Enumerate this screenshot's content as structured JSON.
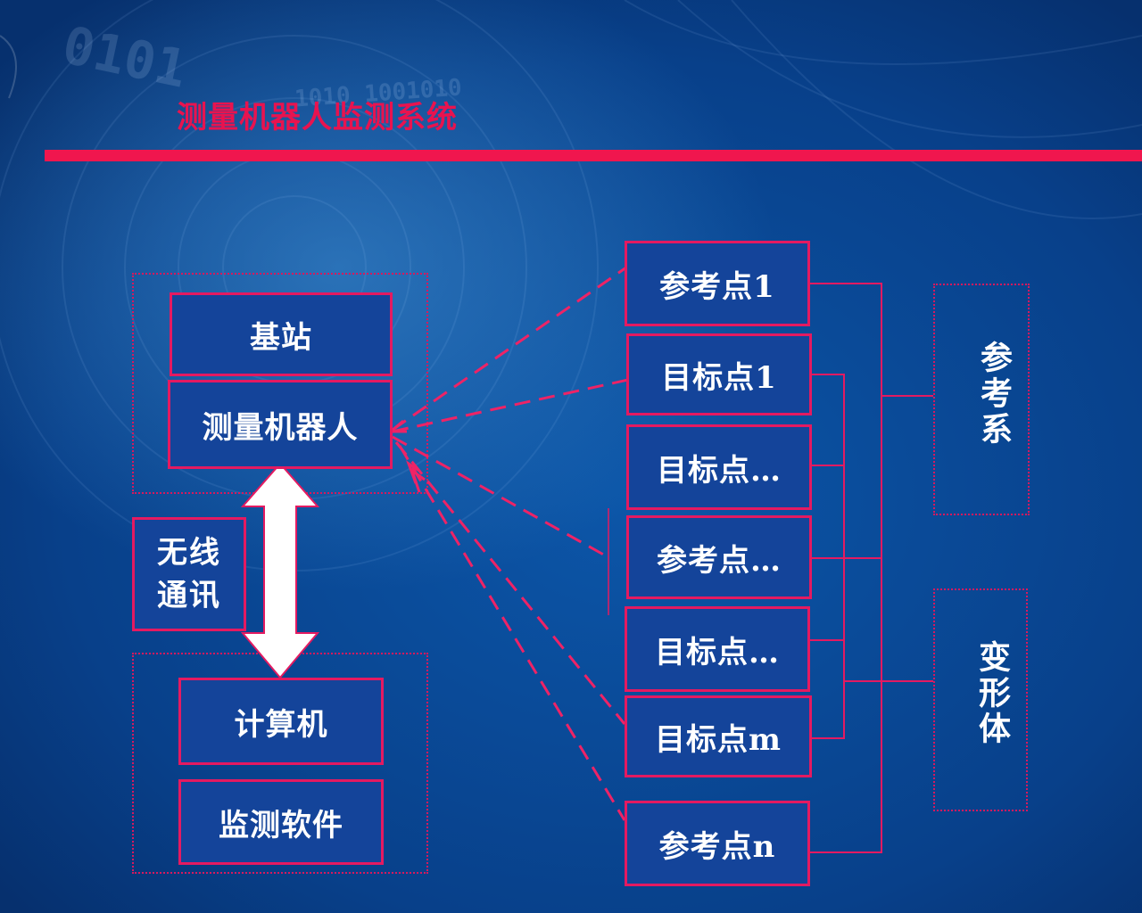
{
  "title": "测量机器人监测系统",
  "colors": {
    "accent": "#e41a61",
    "background": "#0a4a96",
    "text": "#ffffff"
  },
  "left": {
    "base_station": "基站",
    "robot": "测量机器人",
    "comm_line1": "无线",
    "comm_line2": "通讯",
    "computer": "计算机",
    "software": "监测软件"
  },
  "points": [
    "参考点1",
    "目标点1",
    "目标点…",
    "参考点…",
    "目标点…",
    "目标点m",
    "参考点n"
  ],
  "groups": {
    "reference_frame": "参考系",
    "deformation_body": "变形体"
  }
}
